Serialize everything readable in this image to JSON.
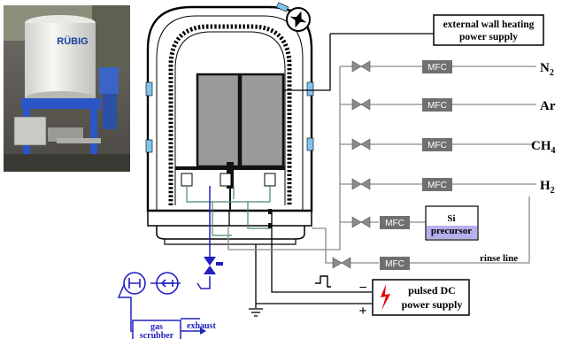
{
  "labels": {
    "heating_supply_line1": "external wall heating",
    "heating_supply_line2": "power supply",
    "mfc": "MFC",
    "gas_n2": "N",
    "gas_n2_sub": "2",
    "gas_ar": "Ar",
    "gas_ch4": "CH",
    "gas_ch4_sub": "4",
    "gas_h2": "H",
    "gas_h2_sub": "2",
    "precursor_line1": "Si",
    "precursor_line2": "precursor",
    "rinse_line": "rinse line",
    "pulsed_line1": "pulsed DC",
    "pulsed_line2": "power supply",
    "minus": "−",
    "plus": "+",
    "gas_scrubber": "gas scrubber",
    "exhaust": "exhaust",
    "photo_brand": "RÜBIG"
  },
  "colors": {
    "line_gray": "#8a8a8a",
    "mfc_fill": "#707070",
    "electrode_fill": "#9a9a9a",
    "window_blue": "#7fc4ee",
    "pump_blue": "#2020c0",
    "bolt_red": "#e00000",
    "precursor_fill": "#b7b0ee",
    "rinse_green": "#4a8a6a"
  },
  "icons": {
    "fan": "fan-icon",
    "valve": "valve-icon",
    "bolt": "lightning-icon",
    "pump": "pump-icon",
    "ground": "ground-icon",
    "pulse": "pulse-waveform-icon"
  }
}
